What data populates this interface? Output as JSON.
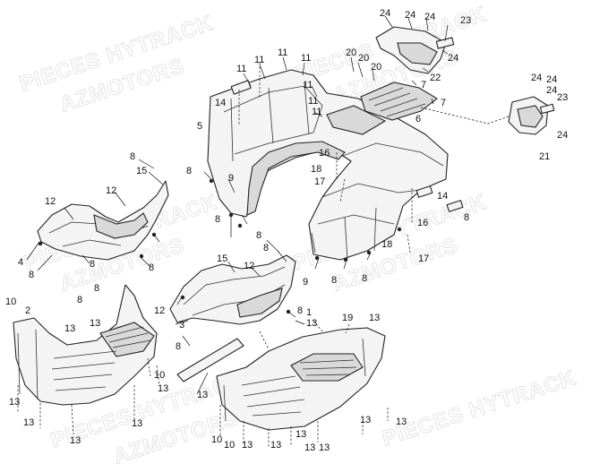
{
  "watermark": {
    "line1": "PIECES HYTRACK",
    "line2": "AZMOTORS"
  },
  "parts": [
    {
      "id": "front-fender",
      "callout": "5"
    },
    {
      "id": "rear-fender",
      "callout": "6"
    },
    {
      "id": "left-side-panel",
      "callout": "4"
    },
    {
      "id": "right-side-panel",
      "callout": "3"
    },
    {
      "id": "left-footrest",
      "callout": "2"
    },
    {
      "id": "right-footrest",
      "callout": "1"
    },
    {
      "id": "skid-strip",
      "callout": "19"
    },
    {
      "id": "rear-reflector",
      "callout": "21"
    },
    {
      "id": "top-reflector",
      "callout": "22"
    }
  ],
  "callouts": [
    {
      "label": "24",
      "ref": "top-reflector"
    },
    {
      "label": "24",
      "ref": "top-reflector"
    },
    {
      "label": "24",
      "ref": "top-reflector"
    },
    {
      "label": "23",
      "ref": "top-reflector"
    },
    {
      "label": "24",
      "ref": "top-reflector"
    },
    {
      "label": "22",
      "ref": "top-reflector"
    },
    {
      "label": "11",
      "ref": "front-fender"
    },
    {
      "label": "11",
      "ref": "front-fender"
    },
    {
      "label": "11",
      "ref": "front-fender"
    },
    {
      "label": "11",
      "ref": "front-fender"
    },
    {
      "label": "11",
      "ref": "front-fender"
    },
    {
      "label": "11",
      "ref": "front-fender"
    },
    {
      "label": "11",
      "ref": "front-fender"
    },
    {
      "label": "20",
      "ref": "rear-fender"
    },
    {
      "label": "20",
      "ref": "rear-fender"
    },
    {
      "label": "20",
      "ref": "rear-fender"
    },
    {
      "label": "7",
      "ref": "rear-fender"
    },
    {
      "label": "7",
      "ref": "rear-fender"
    },
    {
      "label": "6",
      "ref": "rear-fender"
    },
    {
      "label": "14",
      "ref": "front-fender"
    },
    {
      "label": "5",
      "ref": "front-fender"
    },
    {
      "label": "24",
      "ref": "rear-reflector"
    },
    {
      "label": "24",
      "ref": "rear-reflector"
    },
    {
      "label": "24",
      "ref": "rear-reflector"
    },
    {
      "label": "23",
      "ref": "rear-reflector"
    },
    {
      "label": "24",
      "ref": "rear-reflector"
    },
    {
      "label": "21",
      "ref": "rear-reflector"
    },
    {
      "label": "16",
      "ref": "front-fender"
    },
    {
      "label": "18",
      "ref": "front-fender"
    },
    {
      "label": "17",
      "ref": "front-fender"
    },
    {
      "label": "9",
      "ref": "front-fender"
    },
    {
      "label": "8",
      "ref": "front-fender"
    },
    {
      "label": "8",
      "ref": "front-fender"
    },
    {
      "label": "8",
      "ref": "front-fender"
    },
    {
      "label": "14",
      "ref": "rear-fender"
    },
    {
      "label": "16",
      "ref": "rear-fender"
    },
    {
      "label": "18",
      "ref": "rear-fender"
    },
    {
      "label": "17",
      "ref": "rear-fender"
    },
    {
      "label": "9",
      "ref": "rear-fender"
    },
    {
      "label": "8",
      "ref": "rear-fender"
    },
    {
      "label": "8",
      "ref": "rear-fender"
    },
    {
      "label": "8",
      "ref": "rear-fender"
    },
    {
      "label": "15",
      "ref": "left-side-panel"
    },
    {
      "label": "12",
      "ref": "left-side-panel"
    },
    {
      "label": "12",
      "ref": "left-side-panel"
    },
    {
      "label": "4",
      "ref": "left-side-panel"
    },
    {
      "label": "8",
      "ref": "left-side-panel"
    },
    {
      "label": "8",
      "ref": "left-side-panel"
    },
    {
      "label": "8",
      "ref": "left-side-panel"
    },
    {
      "label": "8",
      "ref": "left-side-panel"
    },
    {
      "label": "8",
      "ref": "left-side-panel"
    },
    {
      "label": "15",
      "ref": "right-side-panel"
    },
    {
      "label": "12",
      "ref": "right-side-panel"
    },
    {
      "label": "12",
      "ref": "right-side-panel"
    },
    {
      "label": "3",
      "ref": "right-side-panel"
    },
    {
      "label": "8",
      "ref": "right-side-panel"
    },
    {
      "label": "8",
      "ref": "right-side-panel"
    },
    {
      "label": "8",
      "ref": "right-side-panel"
    },
    {
      "label": "8",
      "ref": "right-side-panel"
    },
    {
      "label": "2",
      "ref": "left-footrest"
    },
    {
      "label": "13",
      "ref": "left-footrest"
    },
    {
      "label": "13",
      "ref": "left-footrest"
    },
    {
      "label": "10",
      "ref": "left-footrest"
    },
    {
      "label": "10",
      "ref": "left-footrest"
    },
    {
      "label": "13",
      "ref": "left-footrest"
    },
    {
      "label": "13",
      "ref": "left-footrest"
    },
    {
      "label": "13",
      "ref": "left-footrest"
    },
    {
      "label": "13",
      "ref": "left-footrest"
    },
    {
      "label": "13",
      "ref": "left-footrest"
    },
    {
      "label": "13",
      "ref": "left-footrest"
    },
    {
      "label": "13",
      "ref": "left-footrest"
    },
    {
      "label": "19",
      "ref": "skid-strip"
    },
    {
      "label": "1",
      "ref": "right-footrest"
    },
    {
      "label": "13",
      "ref": "right-footrest"
    },
    {
      "label": "10",
      "ref": "right-footrest"
    },
    {
      "label": "10",
      "ref": "right-footrest"
    },
    {
      "label": "13",
      "ref": "right-footrest"
    },
    {
      "label": "13",
      "ref": "right-footrest"
    },
    {
      "label": "13",
      "ref": "right-footrest"
    },
    {
      "label": "13",
      "ref": "right-footrest"
    },
    {
      "label": "13",
      "ref": "right-footrest"
    },
    {
      "label": "13",
      "ref": "right-footrest"
    },
    {
      "label": "13",
      "ref": "right-footrest"
    },
    {
      "label": "13",
      "ref": "right-footrest"
    },
    {
      "label": "13",
      "ref": "right-footrest"
    }
  ]
}
